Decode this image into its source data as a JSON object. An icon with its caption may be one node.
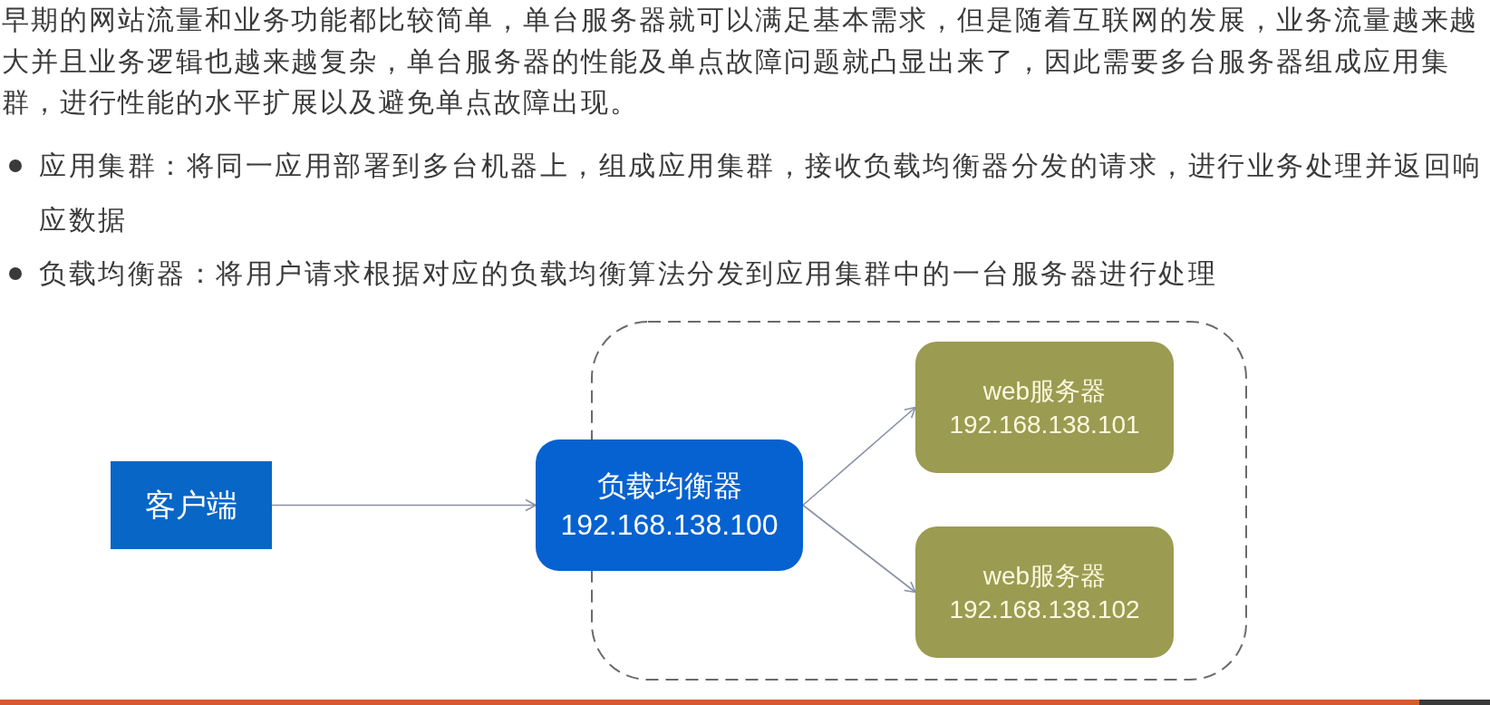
{
  "diagram": {
    "nodes": [
      {
        "text": [
          "客户端"
        ]
      },
      {
        "text": [],
        "shape": "box"
      },
      {
        "text": [
          "负载均衡器",
          "192.168.138.100"
        ]
      },
      {
        "text": [
          "web服务器",
          "192.168.138.101"
        ],
        "in": 1
      },
      {
        "text": [
          "web服务器",
          "192.168.138.102"
        ],
        "in": 1
      }
    ],
    "edges": [
      {
        "from": 0,
        "to": 2,
        "arrow": "to"
      },
      {
        "from": 2,
        "to": 3,
        "arrow": "to"
      },
      {
        "from": 2,
        "to": 4,
        "arrow": "to"
      }
    ],
    "labels": [
      "早期的网站流量和业务功能都比较简单，单台服务器就可以满足基本需求，但是随着互联网的发展，业务流量越来越大并且业务逻辑也越来越复杂，单台服务器的性能及单点故障问题就凸显出来了，因此需要多台服务器组成应用集群，进行性能的水平扩展以及避免单点故障出现。",
      "应用集群：将同一应用部署到多台机器上，组成应用集群，接收负载均衡器分发的请求，进行业务处理并返回响应数据",
      "负载均衡器：将用户请求根据对应的负载均衡算法分发到应用集群中的一台服务器进行处理"
    ]
  }
}
